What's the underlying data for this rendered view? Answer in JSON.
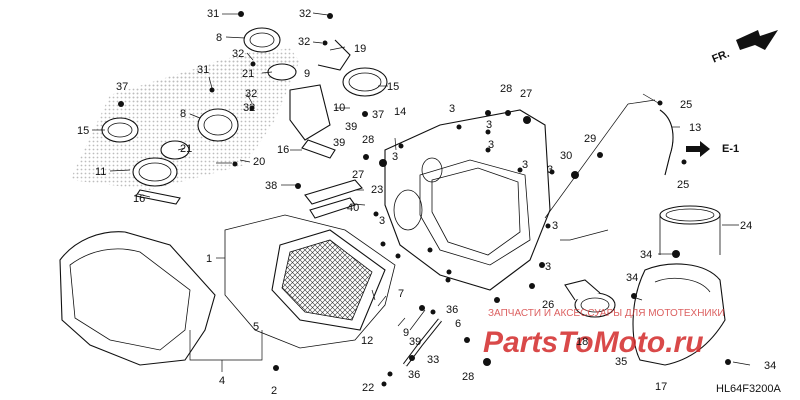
{
  "diagram": {
    "code": "HL64F3200A",
    "direction_label": "FR.",
    "ref_label": "E-1",
    "watermark_top": "ЗАПЧАСТИ И АКСЕССУАРЫ ДЛЯ МОТОТЕХНИКИ",
    "watermark_brand": "PartsToMoto.ru",
    "colors": {
      "line": "#111111",
      "watermark": "#d32a2a",
      "dots": "#c8c8c8"
    }
  },
  "callouts": [
    {
      "id": "c31a",
      "text": "31"
    },
    {
      "id": "c32a",
      "text": "32"
    },
    {
      "id": "c8a",
      "text": "8"
    },
    {
      "id": "c32b",
      "text": "32"
    },
    {
      "id": "c19",
      "text": "19"
    },
    {
      "id": "c32c",
      "text": "32"
    },
    {
      "id": "c21a",
      "text": "21"
    },
    {
      "id": "c9",
      "text": "9"
    },
    {
      "id": "c15a",
      "text": "15"
    },
    {
      "id": "c37a",
      "text": "37"
    },
    {
      "id": "c31b",
      "text": "31"
    },
    {
      "id": "c10",
      "text": "10"
    },
    {
      "id": "c37b",
      "text": "37"
    },
    {
      "id": "c15b",
      "text": "15"
    },
    {
      "id": "c32d",
      "text": "32"
    },
    {
      "id": "c8b",
      "text": "8"
    },
    {
      "id": "c32e",
      "text": "32"
    },
    {
      "id": "c21b",
      "text": "21"
    },
    {
      "id": "c20",
      "text": "20"
    },
    {
      "id": "c11",
      "text": "11"
    },
    {
      "id": "c16a",
      "text": "16"
    },
    {
      "id": "c16b",
      "text": "16"
    },
    {
      "id": "c38",
      "text": "38"
    },
    {
      "id": "c39a",
      "text": "39"
    },
    {
      "id": "c28a",
      "text": "28"
    },
    {
      "id": "c27a",
      "text": "27"
    },
    {
      "id": "c39b",
      "text": "39"
    },
    {
      "id": "c28b",
      "text": "28"
    },
    {
      "id": "c14",
      "text": "14"
    },
    {
      "id": "c3a",
      "text": "3"
    },
    {
      "id": "c3b",
      "text": "3"
    },
    {
      "id": "c3c",
      "text": "3"
    },
    {
      "id": "c27b",
      "text": "27"
    },
    {
      "id": "c23",
      "text": "23"
    },
    {
      "id": "c40",
      "text": "40"
    },
    {
      "id": "c25a",
      "text": "25"
    },
    {
      "id": "c13",
      "text": "13"
    },
    {
      "id": "c29",
      "text": "29"
    },
    {
      "id": "c30",
      "text": "30"
    },
    {
      "id": "c25b",
      "text": "25"
    },
    {
      "id": "c3d",
      "text": "3"
    },
    {
      "id": "c3e",
      "text": "3"
    },
    {
      "id": "c3f",
      "text": "3"
    },
    {
      "id": "c3g",
      "text": "3"
    },
    {
      "id": "c3h",
      "text": "3"
    },
    {
      "id": "c24",
      "text": "24"
    },
    {
      "id": "c1",
      "text": "1"
    },
    {
      "id": "c34a",
      "text": "34"
    },
    {
      "id": "c34b",
      "text": "34"
    },
    {
      "id": "c26",
      "text": "26"
    },
    {
      "id": "c3i",
      "text": "3"
    },
    {
      "id": "c7",
      "text": "7"
    },
    {
      "id": "c36a",
      "text": "36"
    },
    {
      "id": "c6",
      "text": "6"
    },
    {
      "id": "c9b",
      "text": "9"
    },
    {
      "id": "c39c",
      "text": "39"
    },
    {
      "id": "c12",
      "text": "12"
    },
    {
      "id": "c5",
      "text": "5"
    },
    {
      "id": "c4",
      "text": "4"
    },
    {
      "id": "c2",
      "text": "2"
    },
    {
      "id": "c33",
      "text": "33"
    },
    {
      "id": "c36b",
      "text": "36"
    },
    {
      "id": "c22",
      "text": "22"
    },
    {
      "id": "c28c",
      "text": "28"
    },
    {
      "id": "c18",
      "text": "18"
    },
    {
      "id": "c35",
      "text": "35"
    },
    {
      "id": "c17",
      "text": "17"
    },
    {
      "id": "c34c",
      "text": "34"
    }
  ]
}
